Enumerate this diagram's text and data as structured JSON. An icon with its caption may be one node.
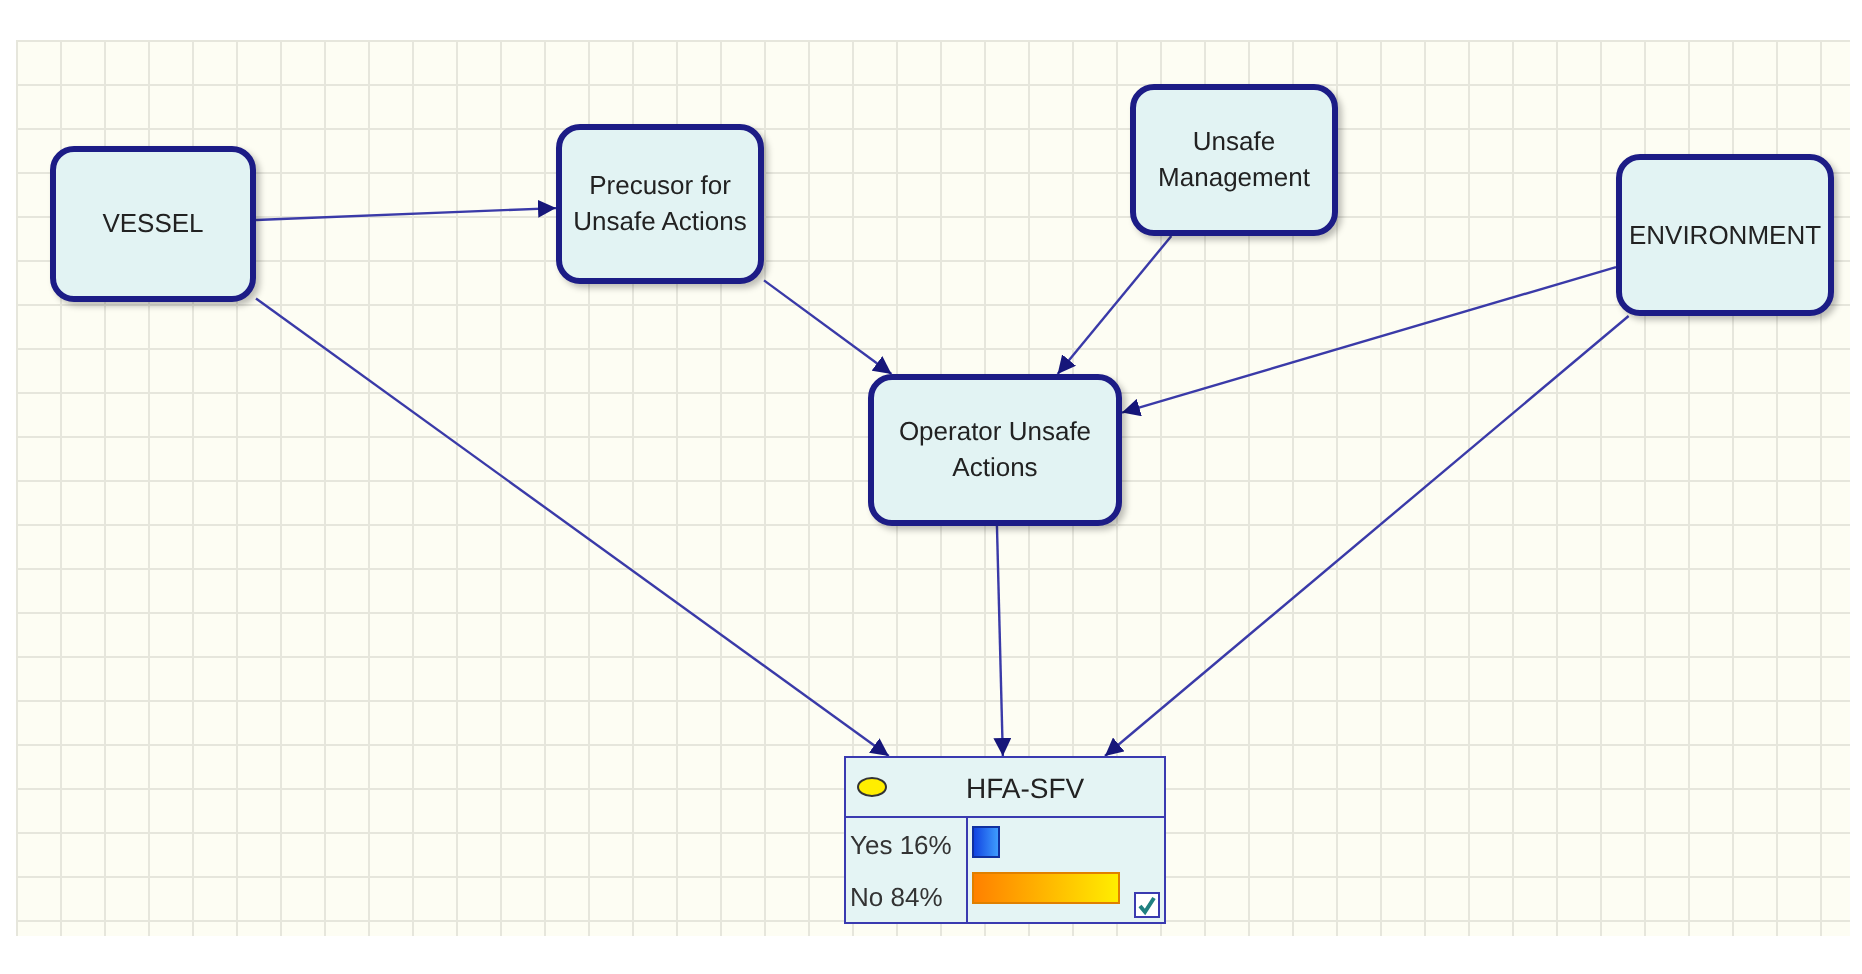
{
  "diagram": {
    "nodes": [
      {
        "text": [
          "VESSEL"
        ]
      },
      {
        "text": [
          "Precusor for Unsafe Actions"
        ]
      },
      {
        "text": [
          "Unsafe Management"
        ]
      },
      {
        "text": [
          "ENVIRONMENT"
        ]
      },
      {
        "text": [
          "Operator Unsafe Actions"
        ]
      },
      {
        "text": [
          "HFA-SFV",
          "Yes 16%",
          "No 84%"
        ]
      }
    ],
    "edges": [
      {
        "from": 0,
        "to": 1,
        "arrow": "to"
      },
      {
        "from": 1,
        "to": 4,
        "arrow": "to"
      },
      {
        "from": 2,
        "to": 4,
        "arrow": "to"
      },
      {
        "from": 3,
        "to": 4,
        "arrow": "to"
      },
      {
        "from": 0,
        "to": 5,
        "arrow": "to"
      },
      {
        "from": 4,
        "to": 5,
        "arrow": "to"
      },
      {
        "from": 3,
        "to": 5,
        "arrow": "to"
      }
    ]
  }
}
